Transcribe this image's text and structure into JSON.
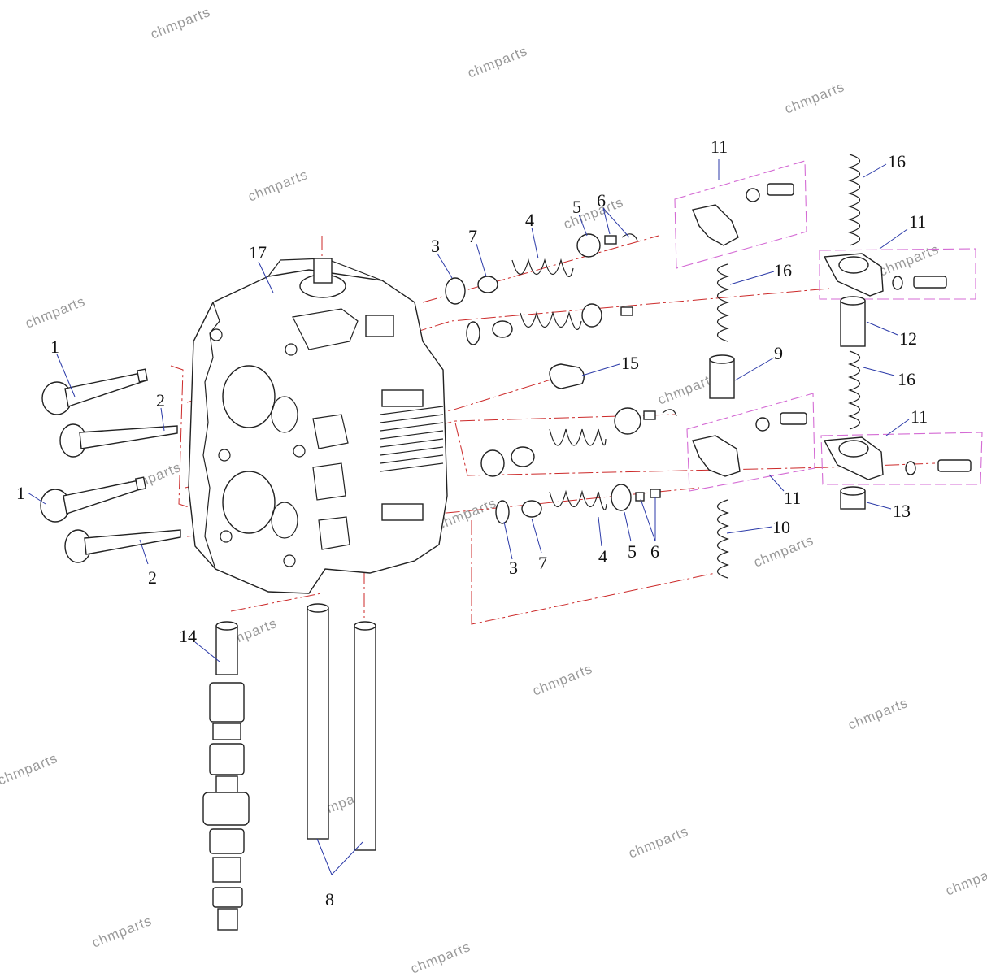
{
  "diagram": {
    "colors": {
      "line": "#222222",
      "leader": "#2b3aa8",
      "center_line": "#cc2a2a",
      "group_box": "#d46bd4",
      "watermark": "#9a9a9a"
    },
    "callouts": [
      {
        "label": "1"
      },
      {
        "label": "1"
      },
      {
        "label": "2"
      },
      {
        "label": "2"
      },
      {
        "label": "3"
      },
      {
        "label": "3"
      },
      {
        "label": "4"
      },
      {
        "label": "4"
      },
      {
        "label": "5"
      },
      {
        "label": "5"
      },
      {
        "label": "6"
      },
      {
        "label": "6"
      },
      {
        "label": "7"
      },
      {
        "label": "7"
      },
      {
        "label": "8"
      },
      {
        "label": "9"
      },
      {
        "label": "10"
      },
      {
        "label": "11"
      },
      {
        "label": "11"
      },
      {
        "label": "11"
      },
      {
        "label": "11"
      },
      {
        "label": "12"
      },
      {
        "label": "13"
      },
      {
        "label": "14"
      },
      {
        "label": "15"
      },
      {
        "label": "16"
      },
      {
        "label": "16"
      },
      {
        "label": "16"
      },
      {
        "label": "17"
      }
    ],
    "watermark": "chmparts"
  }
}
